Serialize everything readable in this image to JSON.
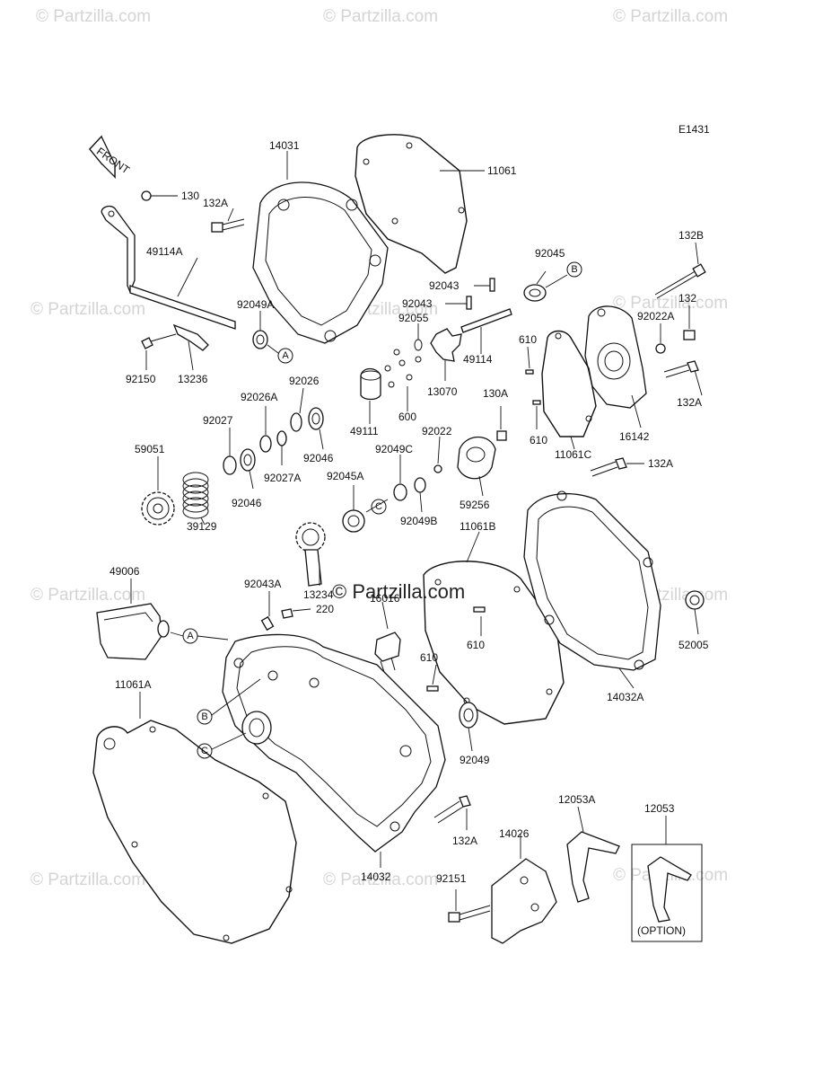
{
  "diagram_code": "E1431",
  "front_arrow_label": "FRONT",
  "option_label": "(OPTION)",
  "watermark": "© Partzilla.com",
  "watermark_center": "© Partzilla.com",
  "callout_letters": [
    "A",
    "B",
    "C"
  ],
  "part_labels": {
    "p14031": "14031",
    "p11061": "11061",
    "p130": "130",
    "p132A_top": "132A",
    "p49114A": "49114A",
    "p92049A": "92049A",
    "p92150": "92150",
    "p13236": "13236",
    "p92045": "92045",
    "p132B": "132B",
    "p92043_a": "92043",
    "p92043_b": "92043",
    "p92055": "92055",
    "p132": "132",
    "p92022A": "92022A",
    "p49114": "49114",
    "p610_a": "610",
    "p13070": "13070",
    "p92026": "92026",
    "p92026A": "92026A",
    "p92027": "92027",
    "p600": "600",
    "p49111": "49111",
    "p130A": "130A",
    "p132A_r": "132A",
    "p610_b": "610",
    "p11061C": "11061C",
    "p16142": "16142",
    "p92046_a": "92046",
    "p92049C": "92049C",
    "p92022": "92022",
    "p59051": "59051",
    "p92027A": "92027A",
    "p92046_b": "92046",
    "p92045A": "92045A",
    "p132A_mid": "132A",
    "p39129": "39129",
    "p59256": "59256",
    "p92049B": "92049B",
    "p11061B": "11061B",
    "p49006": "49006",
    "p92043A": "92043A",
    "p13234": "13234",
    "p16016": "16016",
    "p220": "220",
    "p610_c": "610",
    "p52005": "52005",
    "p610_d": "610",
    "p11061A": "11061A",
    "p14032A": "14032A",
    "p92049": "92049",
    "p12053A": "12053A",
    "p12053": "12053",
    "p132A_bot": "132A",
    "p14026": "14026",
    "p92151": "92151",
    "p14032": "14032"
  }
}
